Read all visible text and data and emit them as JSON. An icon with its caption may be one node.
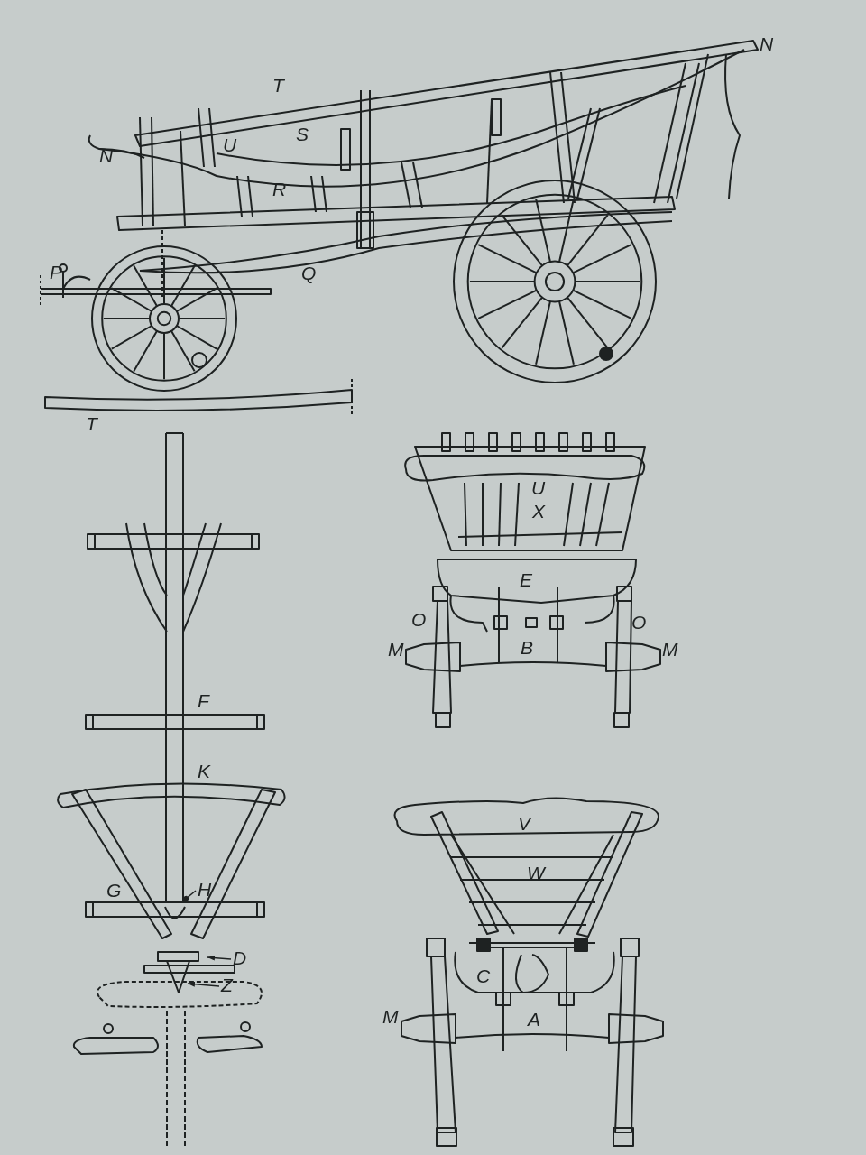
{
  "diagram": {
    "nodes": [
      {
        "text": [
          "H"
        ]
      },
      {
        "text": [
          "D"
        ]
      },
      {
        "text": [
          "Z"
        ]
      }
    ],
    "edges": [
      {
        "from": 0,
        "to": null,
        "arrow": "other"
      },
      {
        "from": 1,
        "to": null,
        "arrow": "to"
      },
      {
        "from": 2,
        "to": null,
        "arrow": "to"
      }
    ],
    "labels": [
      "N",
      "T",
      "S",
      "U",
      "N",
      "R",
      "P",
      "Q",
      "T",
      "U",
      "X",
      "E",
      "O",
      "O",
      "M",
      "B",
      "M",
      "F",
      "K",
      "G",
      "V",
      "W",
      "C",
      "M",
      "A"
    ]
  }
}
